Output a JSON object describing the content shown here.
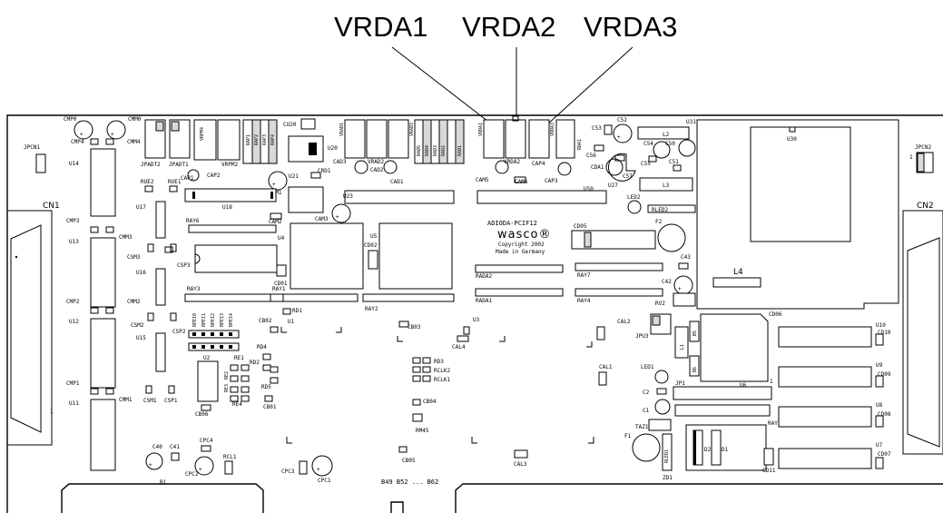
{
  "callouts": {
    "vrda1": "VRDA1",
    "vrda2": "VRDA2",
    "vrda3": "VRDA3"
  },
  "board": {
    "name": "ADIODA-PCIF12",
    "brand": "wasco®",
    "copyright": "Copyright 2002",
    "made_in": "Made in Germany"
  },
  "connectors": {
    "cn1": "CN1",
    "cn2": "CN2",
    "jpcn1": "JPCN1",
    "jpcn2": "JPCN2",
    "edge": "B49  B52  ...  B62"
  },
  "ic_labels": {
    "u14": "U14",
    "u13": "U13",
    "u12": "U12",
    "u11": "U11",
    "u17": "U17",
    "u16": "U16",
    "u15": "U15",
    "u18": "U18",
    "u20": "U20",
    "u21": "U21",
    "u23": "U23",
    "u4": "U4",
    "u5": "U5",
    "u30": "U30",
    "u50": "U50",
    "u6": "U6",
    "u10": "U10",
    "u9": "U9",
    "u8": "U8",
    "u7": "U7",
    "u27": "U27",
    "u31": "U31",
    "u1": "U1",
    "u2": "U2",
    "u3": "U3",
    "l2": "L2",
    "l3": "L3",
    "l4": "L4",
    "l1": "L1",
    "f1": "F1",
    "f2": "F2"
  },
  "component_labels": {
    "cmp0": "CMP0",
    "cmm0": "CMM0",
    "cmp4": "CMP4",
    "cmm4": "CMM4",
    "cmp3": "CMP3",
    "cmm3": "CMM3",
    "cmp2": "CMP2",
    "cmm2": "CMM2",
    "cmp1": "CMP1",
    "cmm1": "CMM1",
    "csm1": "CSM1",
    "csp1": "CSP1",
    "csm2": "CSM2",
    "csp2": "CSP2",
    "csm3": "CSM3",
    "csp3": "CSP3",
    "rue2": "RUE2",
    "rue1": "RUE1",
    "ray6": "RAY6",
    "ray3": "RAY3",
    "ray1": "RAY1",
    "ray2": "RAY2",
    "ray7": "RAY7",
    "ray4": "RAY4",
    "ray5": "RAY5",
    "rada2": "RADA2",
    "rada1": "RADA1",
    "jpadt2": "JPADT2",
    "jpadt1": "JPADT1",
    "cap1": "CAP1",
    "cap2": "CAP2",
    "cam1": "CAM1",
    "cam2": "CAM2",
    "cam3": "CAM3",
    "cad3": "CAD3",
    "cad1": "CAD1",
    "cad2": "CAD2",
    "cu20": "CU20",
    "crd1": "CRD1",
    "cam5": "CAM5",
    "cam6": "CAM6",
    "cap3": "CAP3",
    "cap4": "CAP4",
    "cda1": "CDA1",
    "c52": "C52",
    "c53": "C53",
    "c56": "C56",
    "c57": "C57",
    "c54": "C54",
    "c50": "C50",
    "c55": "C55",
    "c51": "C51",
    "led2": "LED2",
    "rled2": "RLED2",
    "cd05": "CD05",
    "cd02": "CD02",
    "cd01": "CD01",
    "c43": "C43",
    "c42": "C42",
    "rv2": "RV2",
    "cb02": "CB02",
    "rd1": "RD1",
    "rd4": "RD4",
    "rd2": "RD2",
    "rd5": "RD5",
    "re1": "RE1",
    "re2": "RE2",
    "re3": "RE3",
    "re4": "RE4",
    "cb01": "CB01",
    "cb06": "CB06",
    "cb03": "CB03",
    "cal4": "CAL4",
    "cal2": "CAL2",
    "cal1": "CAL1",
    "cal3": "CAL3",
    "rd3": "RD3",
    "rclk2": "RCLK2",
    "rclk1": "RCLK1",
    "cb04": "CB04",
    "rm45": "RM45",
    "cb05": "CB05",
    "jpu3": "JPU3",
    "b5": "B5",
    "b6": "B6",
    "led1": "LED1",
    "c2": "C2",
    "c1": "C1",
    "jp1": "JP1",
    "taz1": "TAZ1",
    "rled1": "RLED1",
    "d2": "D2",
    "d1": "D1",
    "zd1": "ZD1",
    "cd06": "CD06",
    "cd10": "CD10",
    "cd09": "CD09",
    "cd08": "CD08",
    "cd07": "CD07",
    "cd11": "CD11",
    "c40": "C40",
    "c41": "C41",
    "cpc4": "CPC4",
    "cpc2": "CPC2",
    "rcl1": "RCL1",
    "cpc3": "CPC3",
    "cpc1": "CPC1",
    "b1": "B1",
    "vrda1": "VRDA1",
    "vrda2": "VRDA2",
    "vrda3": "VRDA3",
    "vrpm4": "VRPM4",
    "vrpm2": "VRPM2",
    "vrad1": "VRAD1",
    "vrad2": "VRAD2",
    "vrad3": "VRAD3",
    "rap1": "RAP1",
    "rap2": "RAP2",
    "rap3": "RAP3",
    "rap4": "RAP4",
    "rad1": "RAD1",
    "rad2": "RAD2",
    "rad3": "RAD3",
    "rad4": "RAD4",
    "rad5": "RAD5",
    "rda1": "RDA1",
    "rpei0": "RPEI0",
    "rpei1": "RPEI1",
    "rpei2": "RPEI2",
    "rpei3": "RPEI3",
    "rpei4": "RPEI4",
    "pin1": "1"
  }
}
